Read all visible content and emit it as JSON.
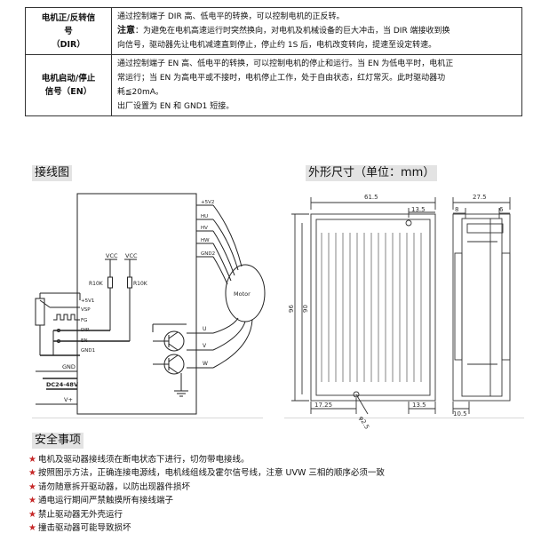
{
  "signal_table": {
    "dir_name": [
      "电机正/反转信",
      "号",
      "（DIR）"
    ],
    "dir_desc": "通过控制端子 DIR 高、低电平的转换，可以控制电机的正反转。",
    "dir_note_label": "注意",
    "dir_note": [
      "：为避免在电机高速运行时突然换向，对电机及机械设备的巨大冲击，当 DIR 端接收到换",
      "向信号，驱动器先让电机减速直到停止，停止约 1S 后，电机改变转向，提速至设定转速。"
    ],
    "en_name": [
      "电机启动/停止",
      "信号（EN）"
    ],
    "en_desc": [
      "通过控制端子 EN 高、低电平的转换，可以控制电机的停止和运行。当 EN 为低电平时，电机正",
      "常运行；当 EN 为高电平或不接时，电机停止工作，处于自由状态，红灯常灭。此时驱动器功",
      "耗≦20mA。",
      "出厂设置为 EN 和 GND1 短接。"
    ]
  },
  "wiring": {
    "title": "接线图",
    "vcc_label": "VCC",
    "resistor_label": "R10K",
    "pins_left": [
      "+5V1",
      "VSP",
      "FG",
      "DIR",
      "EN",
      "GND1"
    ],
    "pins_top": [
      "+5V2",
      "HU",
      "HV",
      "HW",
      "GND2"
    ],
    "pins_motor": [
      "U",
      "V",
      "W"
    ],
    "motor_label": "Motor",
    "gnd_label": "GND",
    "supply_label": "DC24-48V",
    "vplus_label": "V+"
  },
  "outline": {
    "title": "外形尺寸（单位：mm）",
    "dims": {
      "width": "61.5",
      "top_right": "13.5",
      "height_outer": "96",
      "height_inner": "90",
      "bottom_left": "17.25",
      "bottom_right": "13.5",
      "hole": "φ2.5",
      "side_depth": "27.5",
      "side_a": "8",
      "side_b": "6",
      "side_bottom": "10.5"
    }
  },
  "safety": {
    "title": "安全事项",
    "star": "★",
    "items": [
      "电机及驱动器接线须在断电状态下进行，切勿带电接线。",
      "按照图示方法，正确连接电源线，电机线组线及霍尔信号线，注意 UVW 三相的顺序必须一致",
      "请勿随意拆开驱动器，以防出现器件损坏",
      "通电运行期间严禁触摸所有接线端子",
      "禁止驱动器无外壳运行",
      "撞击驱动器可能导致损坏"
    ]
  },
  "colors": {
    "star": "#c62828",
    "heading_bg": "#e3e3e3"
  }
}
